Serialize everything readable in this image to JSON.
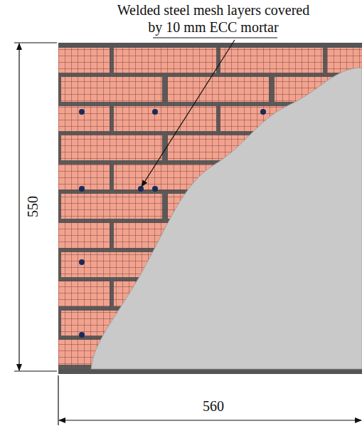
{
  "diagram": {
    "labels": [
      "Welded steel mesh layers covered by 10 mm ECC mortar",
      "550",
      "560"
    ]
  }
}
